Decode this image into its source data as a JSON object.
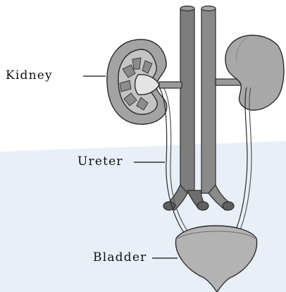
{
  "labels": {
    "kidney": "Kidney",
    "ureter": "Ureter",
    "bladder": "Bladder"
  },
  "colors": {
    "organ_fill": "#9e9e9e",
    "organ_light": "#c4c4c4",
    "vessel_fill": "#7d7d7d",
    "outline": "#2b2b2b",
    "background_band": "#e6eef6"
  }
}
